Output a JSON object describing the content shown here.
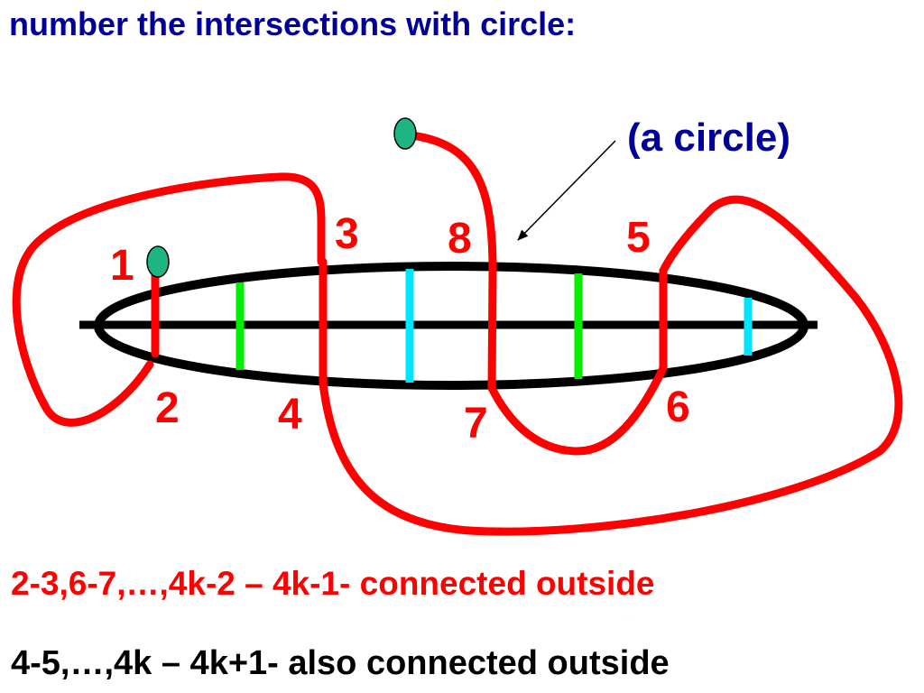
{
  "title": "number the intersections with circle:",
  "circle_label": "(a circle)",
  "intersection_labels": [
    {
      "text": "1"
    },
    {
      "text": "2"
    },
    {
      "text": "3"
    },
    {
      "text": "4"
    },
    {
      "text": "5"
    },
    {
      "text": "6"
    },
    {
      "text": "7"
    },
    {
      "text": "8"
    }
  ],
  "caption_lines": [
    "2-3,6-7,…,4k-2 – 4k-1- connected outside",
    "4-5,…,4k – 4k+1- also connected outside"
  ],
  "colors": {
    "title": "#000099",
    "curve": "#ff0000",
    "ellipse": "#000000",
    "endpoint": "#1db583",
    "green_chord": "#00ee00",
    "cyan_chord": "#00e5ff",
    "caption_red": "#ff0000",
    "caption_black": "#000000"
  }
}
